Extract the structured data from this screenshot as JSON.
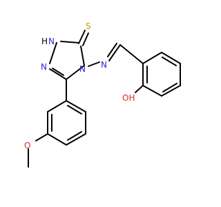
{
  "atoms": {
    "thione_s": "S",
    "ring_nh": "H",
    "ring_n1": "N",
    "ring_n2": "N",
    "ring_n4": "N",
    "imine_n": "N",
    "hydroxyl_oh": "OH",
    "methoxy_o": "O"
  },
  "colors": {
    "bond": "#000000",
    "sulfur": "#b8a300",
    "nitrogen": "#2b2bd6",
    "oxygen": "#d62b2b"
  }
}
